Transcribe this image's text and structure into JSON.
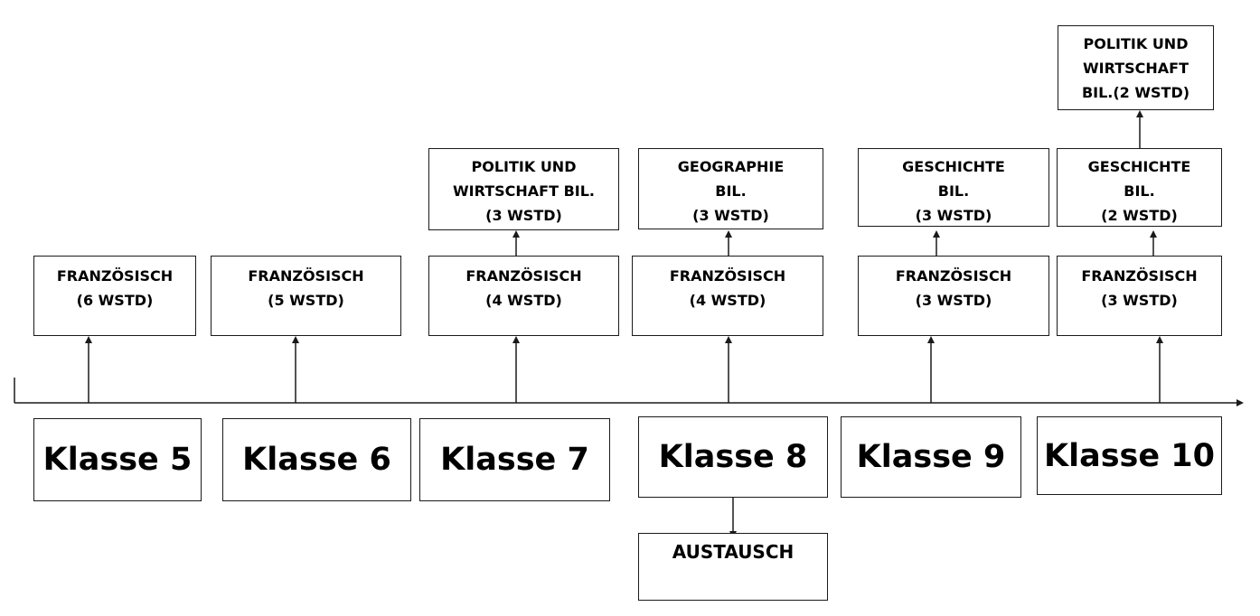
{
  "klassen": [
    {
      "label": "Klasse 5",
      "subjects": [
        [
          "FRANZÖSISCH",
          "(6 WSTD)"
        ]
      ]
    },
    {
      "label": "Klasse 6",
      "subjects": [
        [
          "FRANZÖSISCH",
          "(5 WSTD)"
        ]
      ]
    },
    {
      "label": "Klasse 7",
      "subjects": [
        [
          "FRANZÖSISCH",
          "(4 WSTD)"
        ],
        [
          "POLITIK UND",
          "WIRTSCHAFT BIL.",
          "(3 WSTD)"
        ]
      ]
    },
    {
      "label": "Klasse 8",
      "subjects": [
        [
          "FRANZÖSISCH",
          "(4 WSTD)"
        ],
        [
          "GEOGRAPHIE",
          "BIL.",
          "(3 WSTD)"
        ]
      ],
      "below": "AUSTAUSCH"
    },
    {
      "label": "Klasse 9",
      "subjects": [
        [
          "FRANZÖSISCH",
          "(3 WSTD)"
        ],
        [
          "GESCHICHTE",
          "BIL.",
          "(3 WSTD)"
        ]
      ]
    },
    {
      "label": "Klasse 10",
      "subjects": [
        [
          "FRANZÖSISCH",
          "(3 WSTD)"
        ],
        [
          "GESCHICHTE",
          "BIL.",
          "(2 WSTD)"
        ],
        [
          "POLITIK UND",
          "WIRTSCHAFT",
          "BIL.(2 WSTD)"
        ]
      ]
    }
  ],
  "colors": {
    "line": "#1a1a1a",
    "box_border": "#1a1a1a",
    "background": "#ffffff",
    "text": "#000000"
  }
}
